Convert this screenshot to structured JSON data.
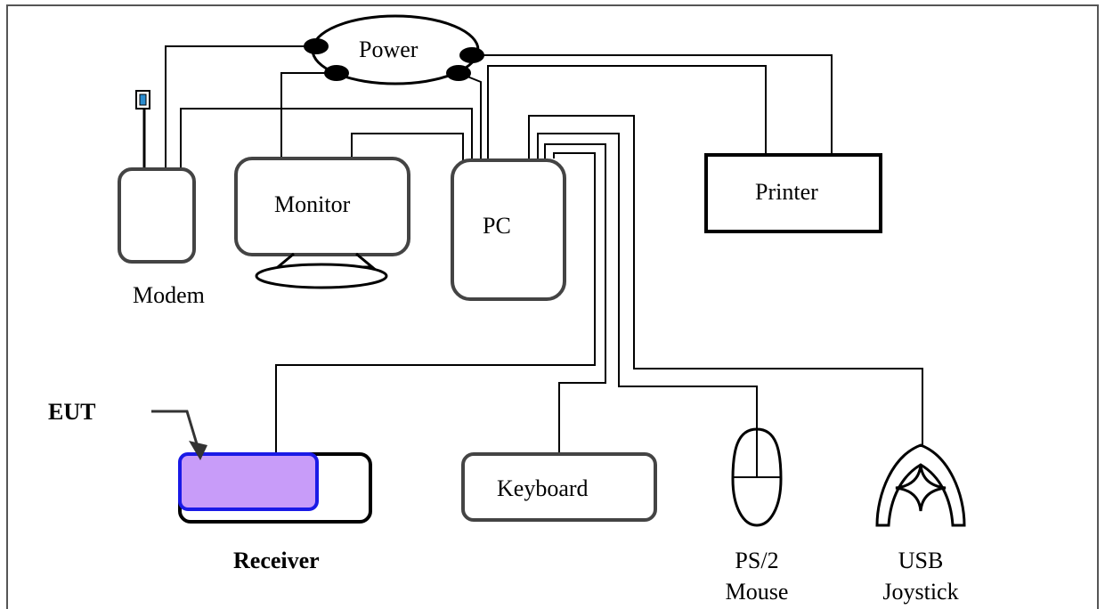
{
  "labels": {
    "power": "Power",
    "modem": "Modem",
    "monitor": "Monitor",
    "pc": "PC",
    "printer": "Printer",
    "eut": "EUT",
    "receiver": "Receiver",
    "keyboard": "Keyboard",
    "mouse_line1": "PS/2",
    "mouse_line2": "Mouse",
    "joystick_line1": "USB",
    "joystick_line2": "Joystick"
  },
  "colors": {
    "eut_fill": "#c89cf9",
    "eut_border": "#1a1ae6",
    "line": "#000000",
    "frame": "#555555"
  }
}
